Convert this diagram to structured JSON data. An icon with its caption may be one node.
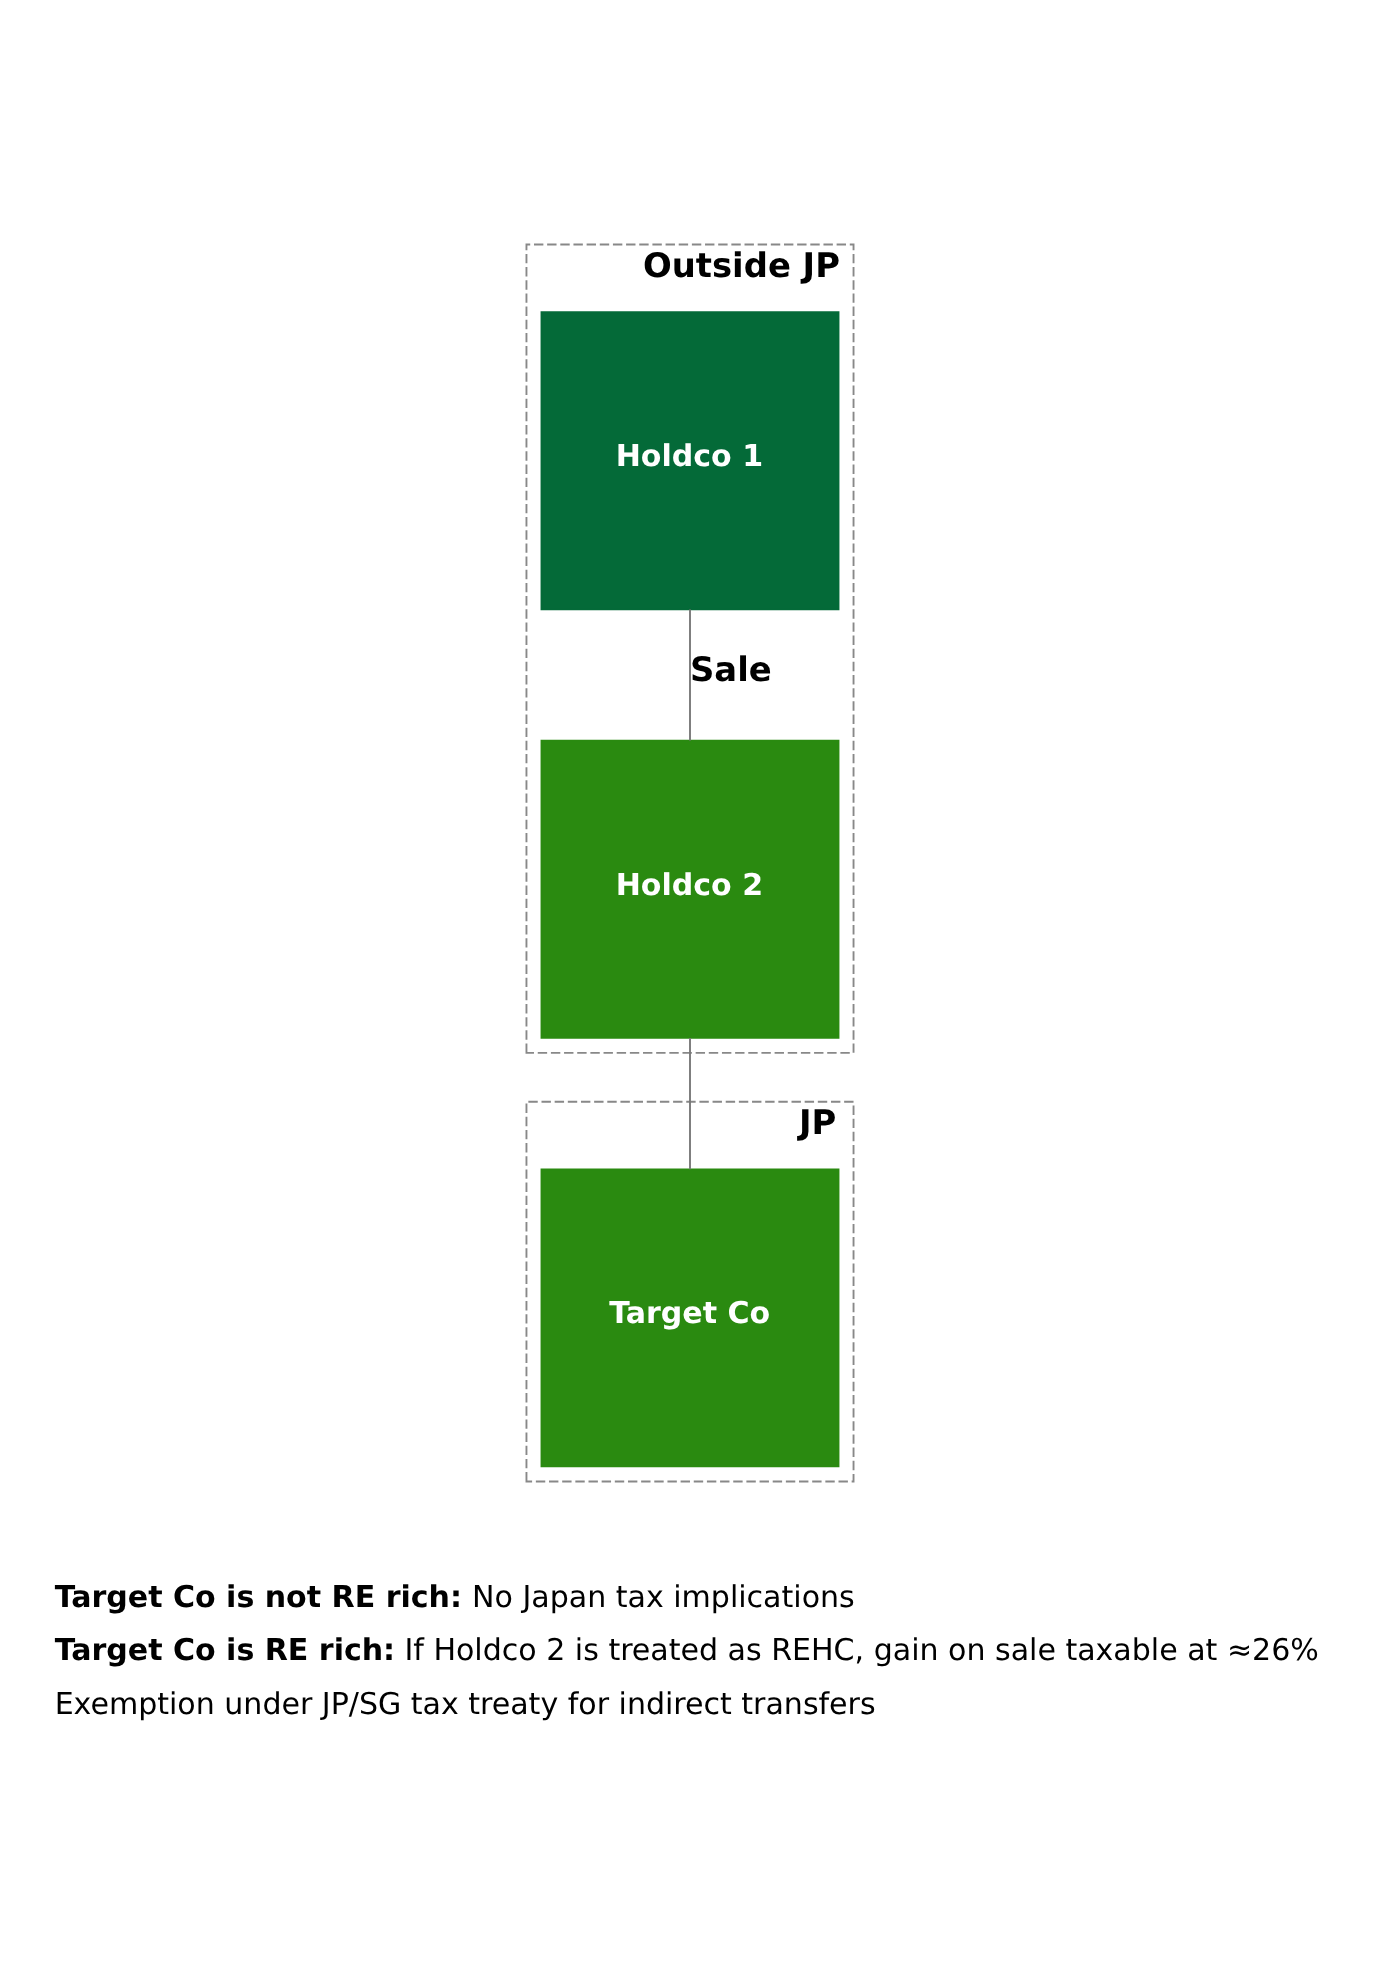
{
  "diagram": {
    "nodes": [
      {
        "text": [
          "Outside JP"
        ]
      },
      {
        "text": [
          "Holdco 1"
        ],
        "in": 0
      },
      {
        "text": [
          "Holdco 2"
        ],
        "in": 0
      },
      {
        "text": [
          "JP"
        ]
      },
      {
        "text": [
          "Target Co"
        ],
        "in": 3
      }
    ],
    "edges": [
      {
        "from": 1,
        "to": 2,
        "arrow": "none",
        "label": "Sale"
      },
      {
        "from": 2,
        "to": 4,
        "arrow": "none"
      }
    ],
    "labels": [
      "**Target Co is not RE rich:** No Japan tax implications",
      "**Target Co is RE rich:** If Holdco 2 is treated as REHC, gain on sale taxable at ≈26%",
      "Exemption under JP/SG tax treaty for indirect transfers"
    ]
  }
}
